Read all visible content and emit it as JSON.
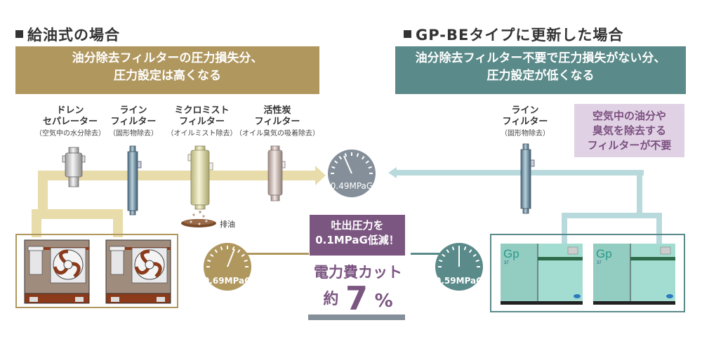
{
  "left": {
    "heading": "給油式の場合",
    "banner_line1": "油分除去フィルターの圧力損失分、",
    "banner_line2": "圧力設定は高くなる",
    "filters": [
      {
        "line1": "ドレン",
        "line2": "セパレーター",
        "sub": "（空気中の水分除去）"
      },
      {
        "line1": "ライン",
        "line2": "フィルター",
        "sub": "（固形物除去）"
      },
      {
        "line1": "ミクロミスト",
        "line2": "フィルター",
        "sub": "（オイルミスト除去）"
      },
      {
        "line1": "活性炭",
        "line2": "フィルター",
        "sub": "（オイル臭気の吸着除去）"
      }
    ],
    "drain_label": "排油",
    "gauge_value": "0.69MPaG"
  },
  "right": {
    "heading": "GP-BEタイプに更新した場合",
    "banner_line1": "油分除去フィルター不要で圧力損失がない分、",
    "banner_line2": "圧力設定が低くなる",
    "filter": {
      "line1": "ライン",
      "line2": "フィルター",
      "sub": "（固形物除去）"
    },
    "note_lines": [
      "空気中の油分や",
      "臭気を除去する",
      "フィルターが不要"
    ],
    "gauge_value": "0.59MPaG",
    "compressor_logo": "Gp",
    "compressor_model": "37"
  },
  "center": {
    "gauge_value": "0.49MPaG",
    "reduction_line1": "吐出圧力を",
    "reduction_line2": "0.1MPaG低減！",
    "cost_label": "電力費カット",
    "approx": "約",
    "percent_value": "7",
    "percent_sign": "%"
  },
  "colors": {
    "gold": "#b0975e",
    "teal": "#5a8a89",
    "purple": "#7b5681",
    "gauge_gray": "#858f99",
    "pipe_left": "#e8dcaa",
    "pipe_right": "#b9dadd",
    "note_bg": "#e0d2e4"
  }
}
